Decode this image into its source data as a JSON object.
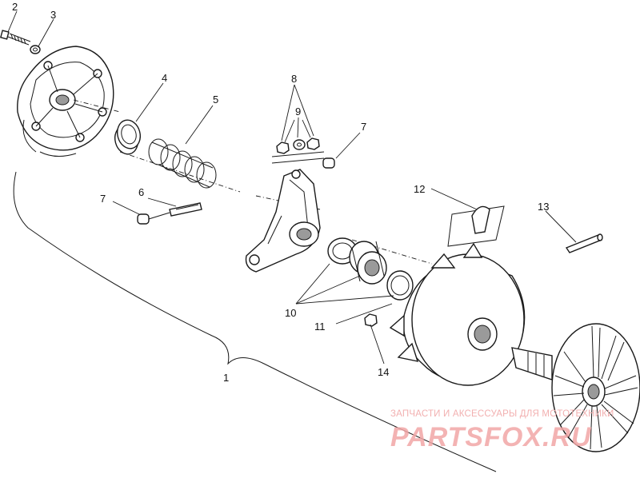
{
  "callouts": {
    "c1": "1",
    "c2": "2",
    "c3": "3",
    "c4": "4",
    "c5": "5",
    "c6": "6",
    "c7a": "7",
    "c7b": "7",
    "c8": "8",
    "c9": "9",
    "c10": "10",
    "c11": "11",
    "c12": "12",
    "c13": "13",
    "c14": "14"
  },
  "watermark": {
    "line1": "ЗАПЧАСТИ И АКСЕССУАРЫ ДЛЯ МОТОТЕХНИКИ",
    "brand": "PARTSFOX.RU"
  },
  "colors": {
    "ink": "#1a1a1a",
    "watermark": "#f2a6a6"
  }
}
